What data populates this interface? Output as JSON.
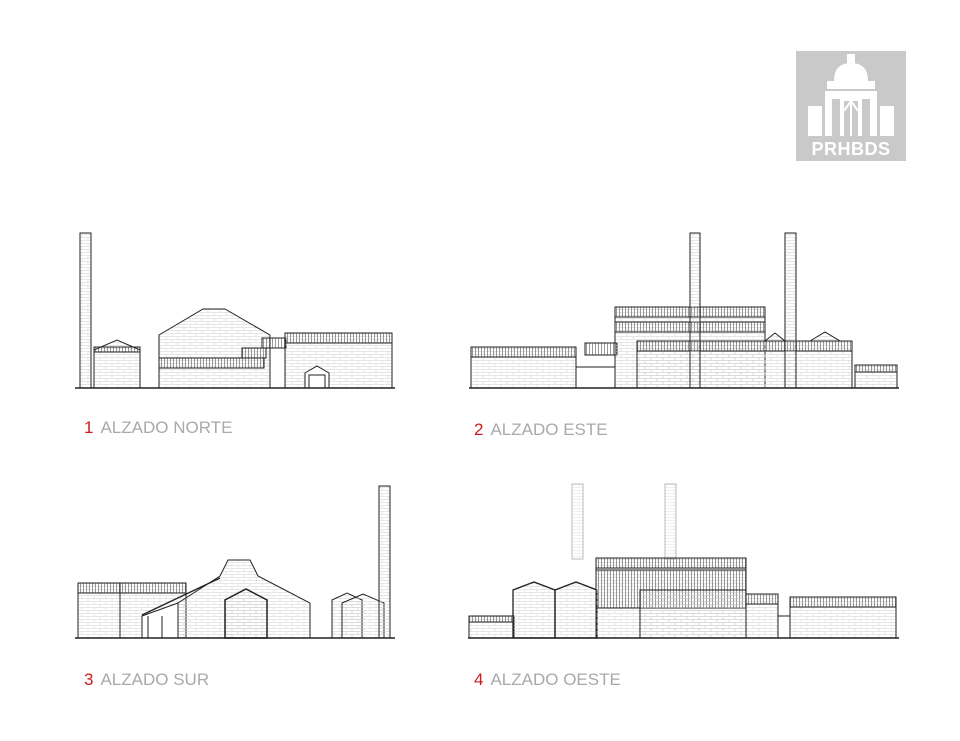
{
  "logo": {
    "text": "PRHBDS",
    "icon": "building-dome-icon",
    "background": "#c9c9c9"
  },
  "elevations": [
    {
      "number": "1",
      "label": "ALZADO NORTE"
    },
    {
      "number": "2",
      "label": "ALZADO ESTE"
    },
    {
      "number": "3",
      "label": "ALZADO SUR"
    },
    {
      "number": "4",
      "label": "ALZADO OESTE"
    }
  ],
  "colors": {
    "number": "#cc1b1b",
    "label": "#a9a9a9",
    "line": "#222222",
    "faded_line": "#bbbbbb"
  }
}
